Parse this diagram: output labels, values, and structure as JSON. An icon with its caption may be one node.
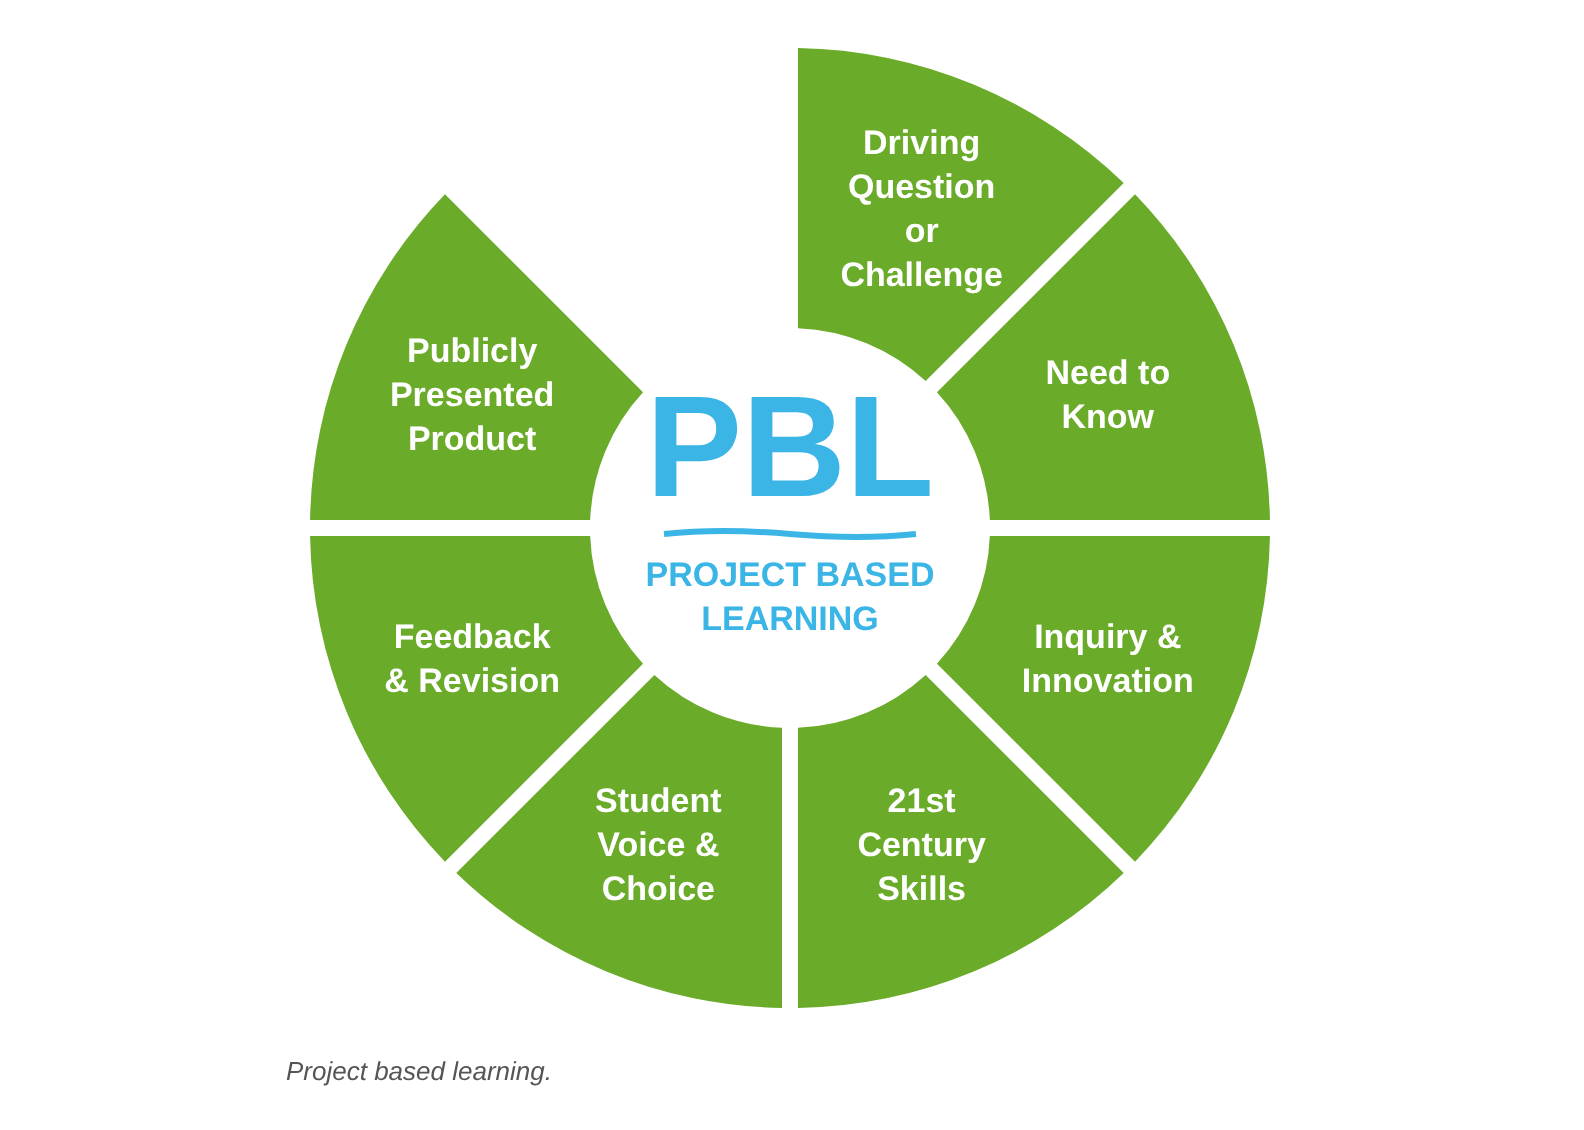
{
  "diagram": {
    "caption": "Project based learning.",
    "nodes": [
      {
        "text": [
          "PBL",
          "PROJECT BASED LEARNING"
        ]
      },
      {
        "text": [
          "Driving Question or Challenge"
        ]
      },
      {
        "text": [
          "Need to Know"
        ]
      },
      {
        "text": [
          "Inquiry & Innovation"
        ]
      },
      {
        "text": [
          "21st Century Skills"
        ]
      },
      {
        "text": [
          "Student Voice & Choice"
        ]
      },
      {
        "text": [
          "Feedback & Revision"
        ]
      },
      {
        "text": [
          "Publicly Presented Product"
        ]
      }
    ]
  }
}
